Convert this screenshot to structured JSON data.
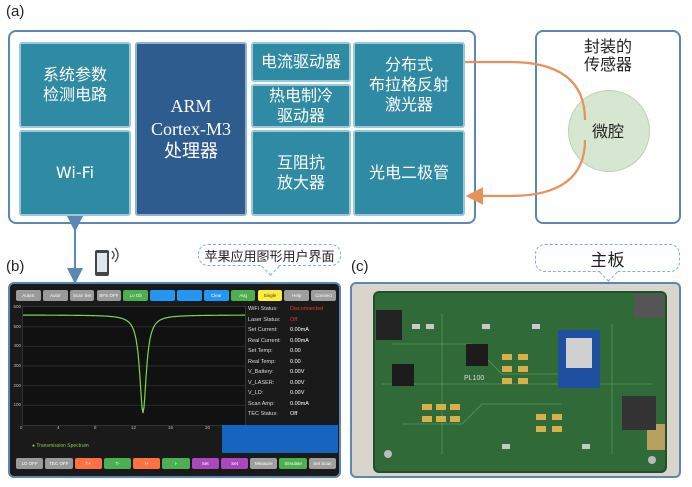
{
  "panel_a": {
    "label": "(a)",
    "blocks": {
      "sys_param": "系统参数\n检测电路",
      "wifi": "Wi-Fi",
      "arm": "ARM\nCortex-M3\n处理器",
      "current_driver": "电流驱动器",
      "tec_driver": "热电制冷\n驱动器",
      "tia": "互阻抗\n放大器",
      "dfb_laser": "分布式\n布拉格反射\n激光器",
      "photodiode": "光电二极管"
    },
    "sensor_title": "封装的\n传感器",
    "microcavity": "微腔"
  },
  "panel_b": {
    "label": "(b)",
    "callout": "苹果应用图形用户界面",
    "app": {
      "top_buttons": [
        {
          "label": "AutoS",
          "color": "#9a9a9a"
        },
        {
          "label": "AutoI",
          "color": "#9a9a9a"
        },
        {
          "label": "Scan Set",
          "color": "#9a9a9a"
        },
        {
          "label": "BFS OFF",
          "color": "#9a9a9a"
        },
        {
          "label": "Lo Gb",
          "color": "#4caf50"
        },
        {
          "label": "",
          "color": "#2196f3"
        },
        {
          "label": "",
          "color": "#2196f3"
        },
        {
          "label": "Clear",
          "color": "#2196f3"
        },
        {
          "label": "Avg",
          "color": "#4caf50"
        },
        {
          "label": "Single",
          "color": "#ffeb3b"
        },
        {
          "label": "Help",
          "color": "#9e9e9e"
        },
        {
          "label": "Connect",
          "color": "#9e9e9e"
        }
      ],
      "y_ticks": [
        "600",
        "500",
        "400",
        "300",
        "200",
        "100"
      ],
      "x_ticks": [
        "0",
        "4",
        "8",
        "12",
        "16",
        "20",
        "24"
      ],
      "legend": "Transmission Spectrum",
      "status": [
        {
          "label": "WiFi Status:",
          "value": "Disconnected"
        },
        {
          "label": "Laser Status:",
          "value": "Off"
        },
        {
          "label": "Set Current:",
          "value": "0.00mA"
        },
        {
          "label": "Real Current:",
          "value": "0.00mA"
        },
        {
          "label": "Set Temp:",
          "value": "0.00"
        },
        {
          "label": "Real Temp:",
          "value": "0.00"
        },
        {
          "label": "V_Battery:",
          "value": "0.00V"
        },
        {
          "label": "V_LASER:",
          "value": "0.00V"
        },
        {
          "label": "V_LD:",
          "value": "0.00V"
        },
        {
          "label": "Scan Amp:",
          "value": "0.00mA"
        },
        {
          "label": "TEC Status:",
          "value": "Off"
        }
      ],
      "bottom_buttons": [
        {
          "label": "LD OFF",
          "color": "#9a9a9a"
        },
        {
          "label": "TEC OFF",
          "color": "#9a9a9a"
        },
        {
          "label": "T+",
          "color": "#ff7043"
        },
        {
          "label": "T-",
          "color": "#4caf50"
        },
        {
          "label": "I+",
          "color": "#ff7043"
        },
        {
          "label": "I-",
          "color": "#4caf50"
        },
        {
          "label": "Set",
          "color": "#ab47bc"
        },
        {
          "label": "Set",
          "color": "#ab47bc"
        },
        {
          "label": "Measure",
          "color": "#9e9e9e"
        },
        {
          "label": "Simulate",
          "color": "#4caf50"
        },
        {
          "label": "Set Scan",
          "color": "#9e9e9e"
        }
      ]
    }
  },
  "panel_c": {
    "label": "(c)",
    "callout": "主板",
    "chip_text": "PL100"
  },
  "colors": {
    "frame": "#5b87b5",
    "block": "#2f8aa3",
    "arm": "#2e5c8e",
    "arrow_orange": "#e8915a",
    "arrow_blue": "#5b87b5",
    "sensor": "#d6e6d0",
    "pcb": "#2f6a38"
  }
}
